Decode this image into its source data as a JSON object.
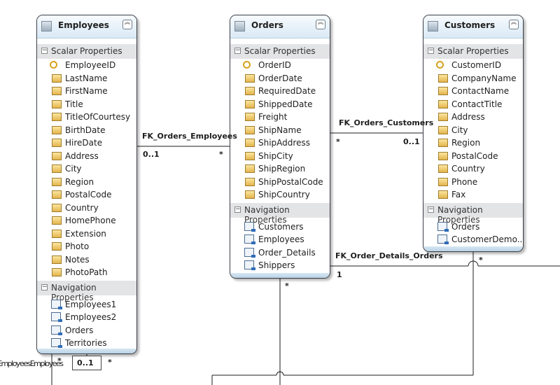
{
  "sections": {
    "scalar": "Scalar Properties",
    "navigation": "Navigation Properties"
  },
  "entities": [
    {
      "name": "Employees",
      "key": "EmployeeID",
      "scalar": [
        "EmployeeID",
        "LastName",
        "FirstName",
        "Title",
        "TitleOfCourtesy",
        "BirthDate",
        "HireDate",
        "Address",
        "City",
        "Region",
        "PostalCode",
        "Country",
        "HomePhone",
        "Extension",
        "Photo",
        "Notes",
        "PhotoPath"
      ],
      "navigation": [
        "Employees1",
        "Employees2",
        "Orders",
        "Territories"
      ]
    },
    {
      "name": "Orders",
      "key": "OrderID",
      "scalar": [
        "OrderID",
        "OrderDate",
        "RequiredDate",
        "ShippedDate",
        "Freight",
        "ShipName",
        "ShipAddress",
        "ShipCity",
        "ShipRegion",
        "ShipPostalCode",
        "ShipCountry"
      ],
      "navigation": [
        "Customers",
        "Employees",
        "Order_Details",
        "Shippers"
      ]
    },
    {
      "name": "Customers",
      "key": "CustomerID",
      "scalar": [
        "CustomerID",
        "CompanyName",
        "ContactName",
        "ContactTitle",
        "Address",
        "City",
        "Region",
        "PostalCode",
        "Country",
        "Phone",
        "Fax"
      ],
      "navigation": [
        "Orders",
        "CustomerDemo..."
      ]
    }
  ],
  "associations": [
    {
      "name": "FK_Orders_Employees",
      "end1": "0..1",
      "end2": "*"
    },
    {
      "name": "FK_Orders_Customers",
      "end1": "*",
      "end2": "0..1"
    },
    {
      "name": "FK_Order_Details_Orders",
      "end1": "1",
      "end2": "*"
    }
  ],
  "bottom": {
    "overlap_label": "EmployeesEmployees",
    "box_label": "0..1",
    "star_right": "*",
    "star_left": "*",
    "orders_down_star": "*"
  }
}
